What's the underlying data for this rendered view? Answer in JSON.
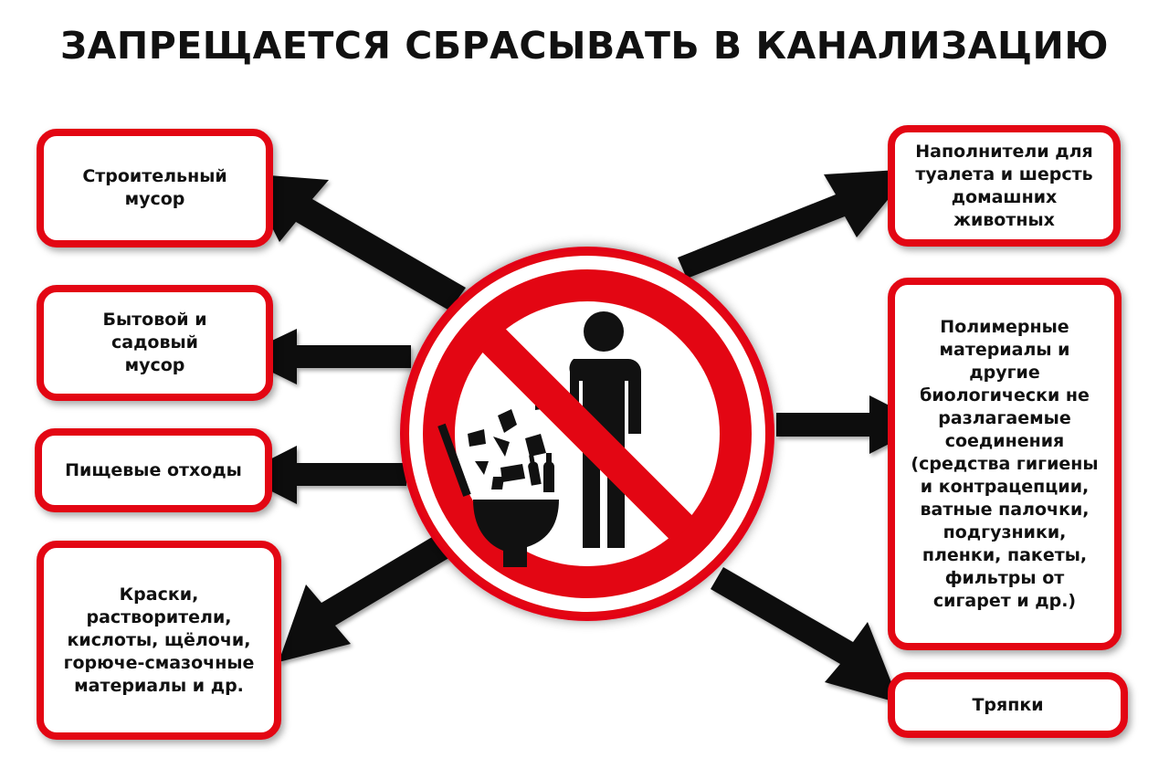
{
  "title": "ЗАПРЕЩАЕТСЯ СБРАСЫВАТЬ В КАНАЛИЗАЦИЮ",
  "items": {
    "construction": "Строительный\nмусор",
    "household": "Бытовой и садовый\nмусор",
    "food": "Пищевые отходы",
    "paints": "Краски,\nрастворители,\nкислоты, щёлочи,\nгорюче-смазочные\nматериалы и др.",
    "litter": "Наполнители для\nтуалета и шерсть\nдомашних\nживотных",
    "polymers": "Полимерные\nматериалы и\nдругие\nбиологически не\nразлагаемые\nсоединения\n(средства гигиены\nи контрацепции,\nватные палочки,\nподгузники,\nпленки, пакеты,\nфильтры от\nсигарет и др.)",
    "rags": "Тряпки"
  },
  "sign": {
    "icon": "no-littering-icon",
    "ring_color": "#e30613",
    "figure_color": "#111111"
  }
}
